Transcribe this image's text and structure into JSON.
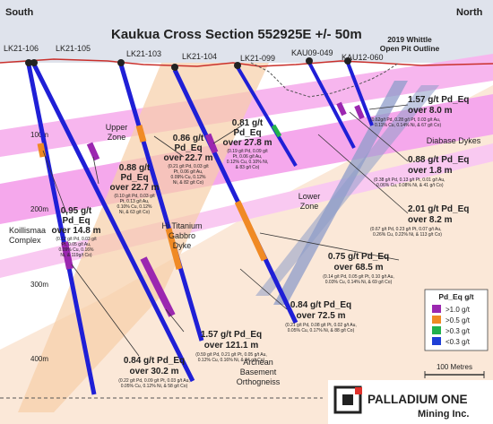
{
  "title": "Kaukua Cross Section 552925E +/- 50m",
  "compass": {
    "left": "South",
    "right": "North"
  },
  "pit_label": [
    "2019 Whittle",
    "Open Pit Outline"
  ],
  "depth_ticks": [
    "100m",
    "200m",
    "300m",
    "400m"
  ],
  "holes": [
    {
      "id": "LK21-106"
    },
    {
      "id": "LK21-105"
    },
    {
      "id": "LK21-103"
    },
    {
      "id": "LK21-104"
    },
    {
      "id": "LK21-099"
    },
    {
      "id": "KAU09-049"
    },
    {
      "id": "KAU12-060"
    }
  ],
  "zones": {
    "upper": [
      "Upper",
      "Zone"
    ],
    "lower": [
      "Lower",
      "Zone"
    ],
    "hi_ti": [
      "Hi Titanium",
      "Gabbro",
      "Dyke"
    ],
    "koillismaa": [
      "Koillismaa",
      "Complex"
    ],
    "diabase": "Diabase Dykes",
    "archean": [
      "Archean",
      "Basement",
      "Orthogneiss"
    ]
  },
  "intercepts": [
    {
      "lines": [
        "1.57 g/t Pd_Eq",
        "over 8.0 m"
      ],
      "detail": [
        "(0.62g/t Pd, 0.28 g/t Pt, 0.03 g/t Au,",
        "0.11% Cu, 0.14% Ni, & 67 g/t Co)"
      ]
    },
    {
      "lines": [
        "0.81 g/t",
        "Pd_Eq",
        "over 27.8 m"
      ],
      "detail": [
        "(0.19 g/t Pd, 0.09 g/t",
        "Pt, 0.06 g/t Au,",
        "0.12% Cu, 0.10% Ni,",
        "& 83 g/t Co)"
      ]
    },
    {
      "lines": [
        "0.86 g/t",
        "Pd_Eq",
        "over 22.7 m"
      ],
      "detail": [
        "(0.21 g/t Pd, 0.03 g/t",
        "Pt, 0.06 g/t Au,",
        "0.09% Cu, 0.12%",
        "Ni, & 82 g/t Co)"
      ]
    },
    {
      "lines": [
        "0.88 g/t Pd_Eq",
        "over 1.8 m"
      ],
      "detail": [
        "(0.38 g/t Pd, 0.13 g/t Pt, 0.01 g/t Au,",
        "0.06% Cu, 0.08% Ni, & 41 g/t Co)"
      ]
    },
    {
      "lines": [
        "0.88 g/t",
        "Pd_Eq",
        "over 22.7 m"
      ],
      "detail": [
        "(0.10 g/t Pd, 0.03 g/t",
        "Pt, 0.13 g/t Au,",
        "0.10% Cu, 0.12%",
        "Ni, & 63 g/t Co)"
      ]
    },
    {
      "lines": [
        "2.01 g/t Pd_Eq",
        "over 8.2 m"
      ],
      "detail": [
        "(0.67 g/t Pd, 0.23 g/t Pt, 0.07 g/t Au,",
        "0.26% Cu, 0.22% Ni, & 113 g/t Co)"
      ]
    },
    {
      "lines": [
        "0.95 g/t",
        "Pd_Eq",
        "over 14.8 m"
      ],
      "detail": [
        "(0.12 g/t Pd, 0.03 g/t",
        "Pt, 0.05 g/t Au,",
        "0.09% Cu, 0.16%",
        "Ni, & 119g/t Co)"
      ]
    },
    {
      "lines": [
        "0.75 g/t Pd_Eq",
        "over 68.5 m"
      ],
      "detail": [
        "(0.14 g/t Pd, 0.05 g/t Pt, 0.10 g/t Au,",
        "0.03% Cu, 0.14% Ni, & 69 g/t Co)"
      ]
    },
    {
      "lines": [
        "0.84 g/t Pd_Eq",
        "over 72.5 m"
      ],
      "detail": [
        "(0.21 g/t Pd, 0.08 g/t Pt, 0.02 g/t Au,",
        "0.05% Cu, 0.17% Ni, & 88 g/t Co)"
      ]
    },
    {
      "lines": [
        "1.57 g/t Pd_Eq",
        "over 121.1 m"
      ],
      "detail": [
        "(0.59 g/t Pd, 0.21 g/t Pt, 0.05 g/t Au,",
        "0.12% Cu, 0.16% Ni, & 94 g/t Co)"
      ]
    },
    {
      "lines": [
        "0.84 g/t Pd_Eq",
        "over 30.2 m"
      ],
      "detail": [
        "(0.22 g/t Pd, 0.09 g/t Pt, 0.03 g/t Au,",
        "0.05% Cu, 0.12% Ni, & 58 g/t Co)"
      ]
    }
  ],
  "legend": {
    "title": "Pd_Eq g/t",
    "items": [
      {
        "label": ">1.0 g/t",
        "color": "#9b27b0"
      },
      {
        "label": ">0.5 g/t",
        "color": "#f08a24"
      },
      {
        "label": ">0.3 g/t",
        "color": "#22b14c"
      },
      {
        "label": "<0.3 g/t",
        "color": "#1f3fd6"
      }
    ]
  },
  "scale_label": "100 Metres",
  "logo": {
    "line1": "PALLADIUM ONE",
    "line2": "Mining Inc."
  }
}
